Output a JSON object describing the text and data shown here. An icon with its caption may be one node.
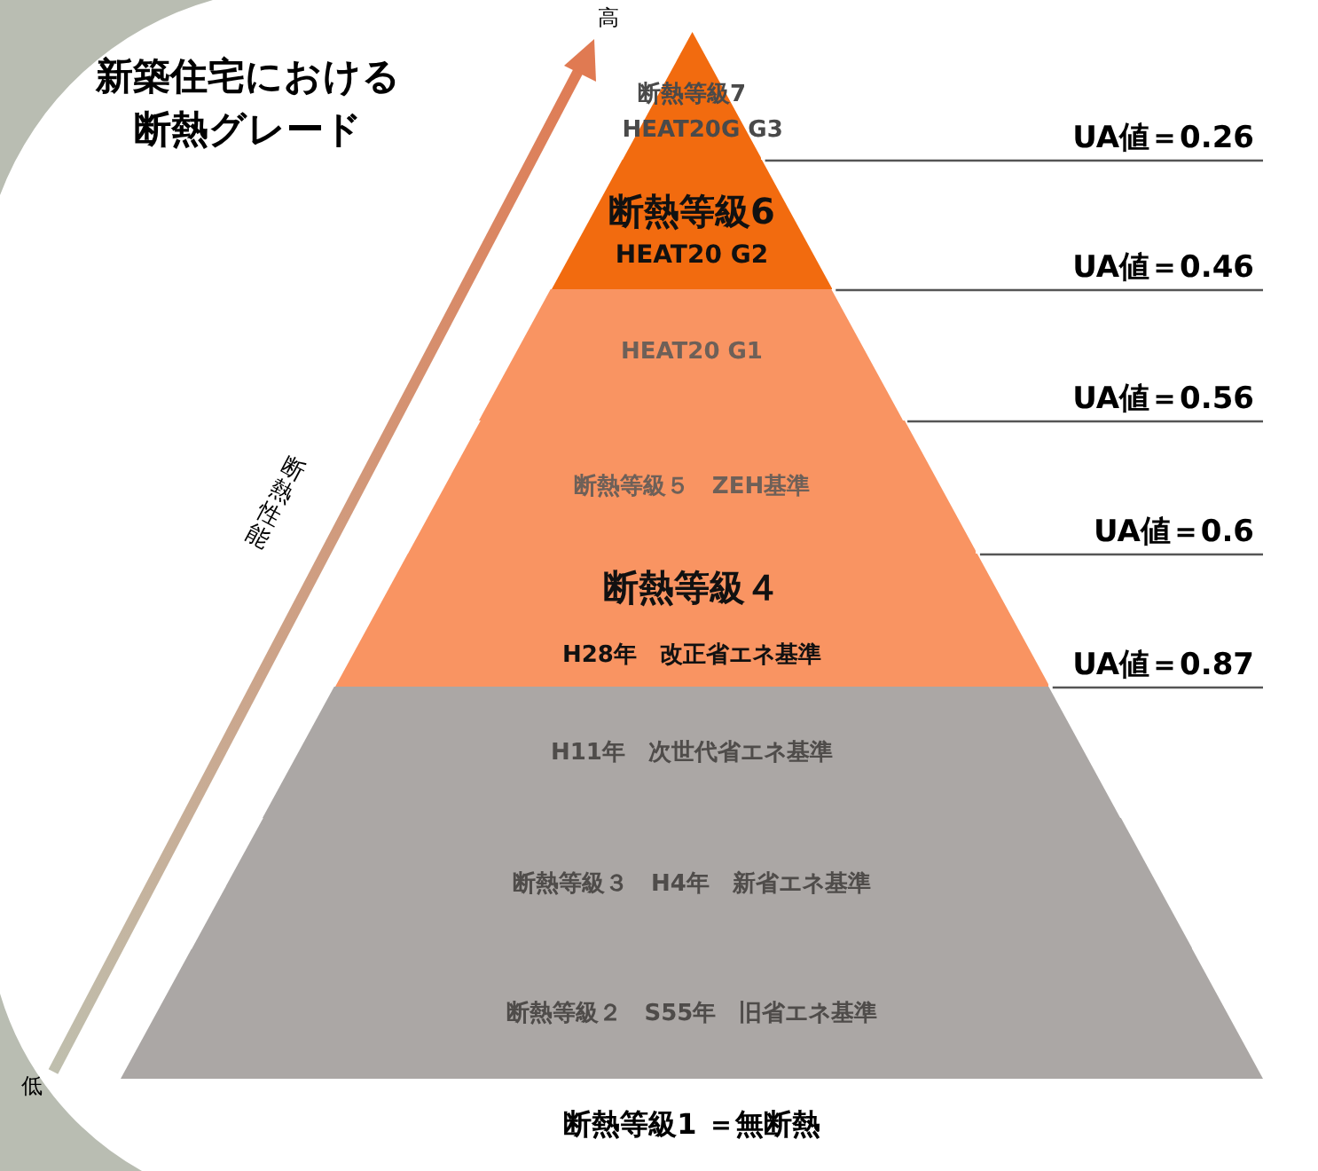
{
  "diagram": {
    "title": "新築住宅における断熱グレード",
    "nodes": [
      {
        "text": [
          "断熱等級7",
          "HEAT20G G3"
        ]
      },
      {
        "text": [
          "断熱等級6",
          "HEAT20 G2"
        ]
      },
      {
        "text": [
          "HEAT20 G1"
        ]
      },
      {
        "text": [
          "断熱等級５　ZEH基準"
        ]
      },
      {
        "text": [
          "断熱等級４",
          "H28年　改正省エネ基準"
        ]
      },
      {
        "text": [
          "H11年　次世代省エネ基準"
        ]
      },
      {
        "text": [
          "断熱等級３　H4年　新省エネ基準"
        ]
      },
      {
        "text": [
          "断熱等級２　S55年　旧省エネ基準"
        ]
      }
    ],
    "labels": [
      "高",
      "断熱性能",
      "低",
      "UA値＝0.26",
      "UA値＝0.46",
      "UA値＝0.56",
      "UA値＝0.6",
      "UA値＝0.87",
      "断熱等級1 ＝無断熱"
    ]
  }
}
